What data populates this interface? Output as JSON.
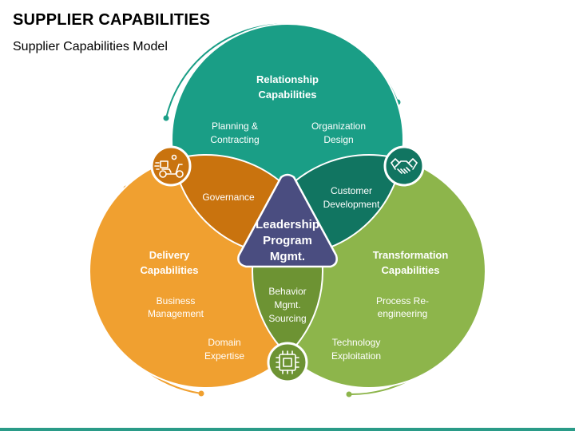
{
  "header": {
    "title": "SUPPLIER CAPABILITIES",
    "subtitle": "Supplier Capabilities Model"
  },
  "colors": {
    "teal": "#1a9e86",
    "orange": "#f0a030",
    "green": "#8db54b",
    "brown": "#c9730e",
    "dark_teal": "#117561",
    "olive": "#6d9333",
    "center": "#4a4d80"
  },
  "circles": {
    "relationship": {
      "title_line1": "Relationship",
      "title_line2": "Capabilities",
      "item1_line1": "Planning &",
      "item1_line2": "Contracting",
      "item2_line1": "Organization",
      "item2_line2": "Design"
    },
    "delivery": {
      "title_line1": "Delivery",
      "title_line2": "Capabilities",
      "item1_line1": "Business",
      "item1_line2": "Management",
      "item2_line1": "Domain",
      "item2_line2": "Expertise"
    },
    "transformation": {
      "title_line1": "Transformation",
      "title_line2": "Capabilities",
      "item1_line1": "Process Re-",
      "item1_line2": "engineering",
      "item2_line1": "Technology",
      "item2_line2": "Exploitation"
    }
  },
  "overlaps": {
    "governance": "Governance",
    "customer_line1": "Customer",
    "customer_line2": "Development",
    "behavior_line1": "Behavior",
    "behavior_line2": "Mgmt.",
    "behavior_line3": "Sourcing"
  },
  "center": {
    "line1": "Leadership",
    "line2": "Program",
    "line3": "Mgmt."
  },
  "icons": [
    "delivery-scooter-icon",
    "handshake-icon",
    "chip-icon"
  ]
}
